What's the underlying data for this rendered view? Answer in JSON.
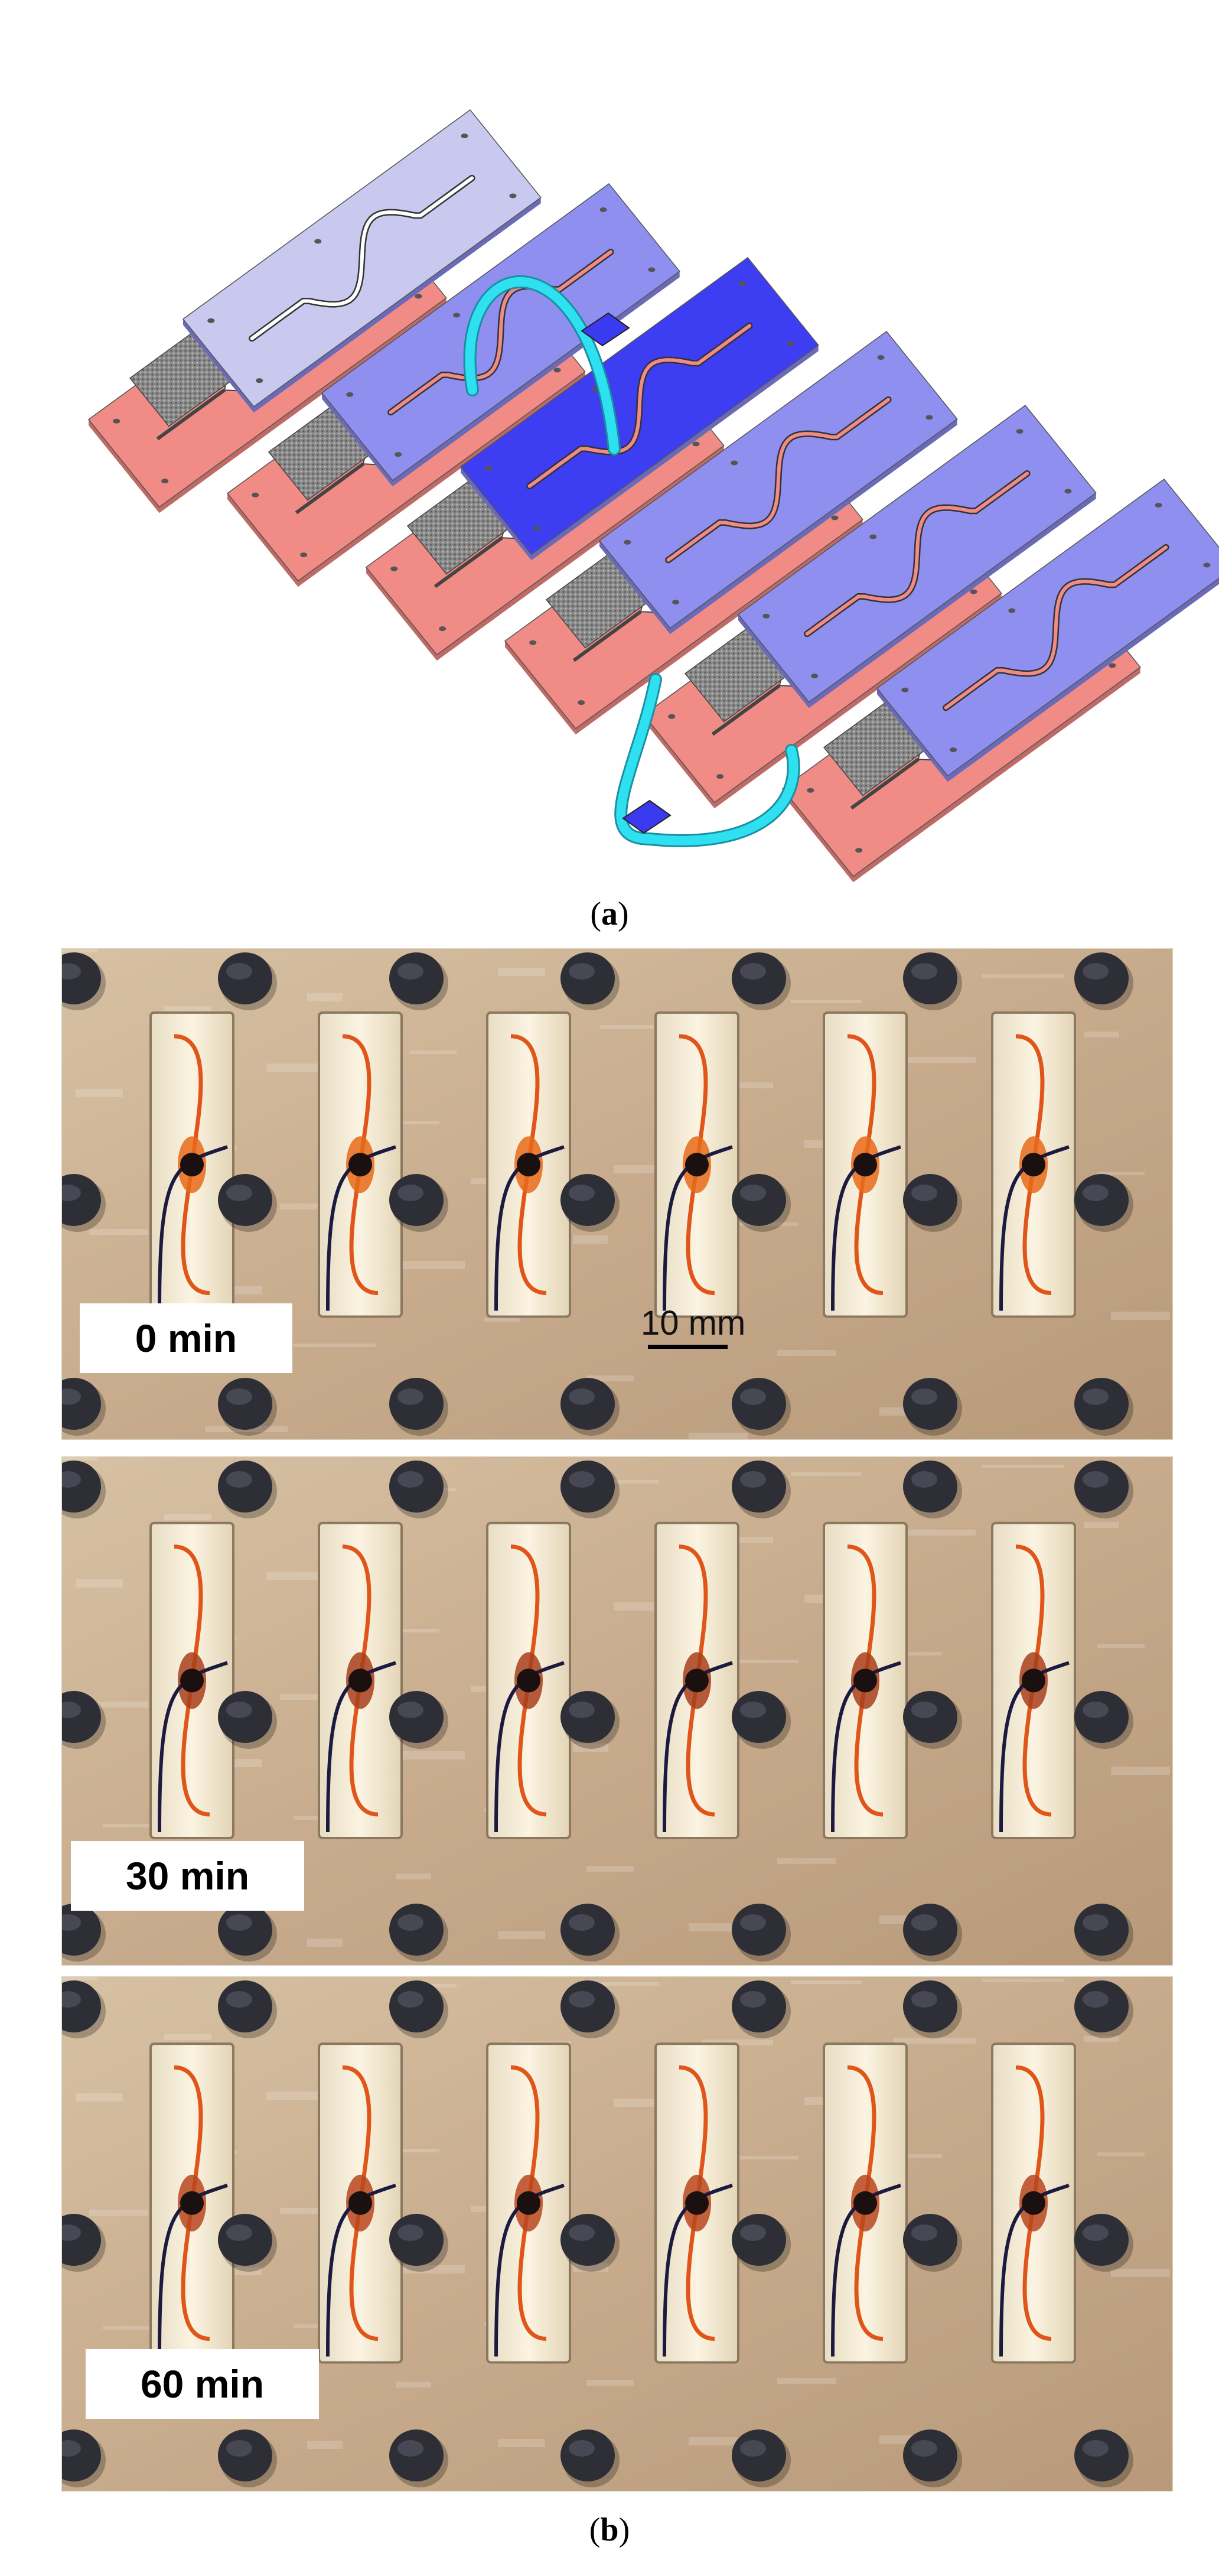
{
  "panel_a": {
    "caption_open": "(",
    "caption_letter": "a",
    "caption_close": ")"
  },
  "panel_b": {
    "caption_open": "(",
    "caption_letter": "b",
    "caption_close": ")",
    "scale_bar_label": "10 mm",
    "time_labels": [
      "0 min",
      "30 min",
      "60 min"
    ]
  },
  "colors": {
    "lavender_layer": "#c9c9f0",
    "blue_layer": "#8f8ff0",
    "dark_blue_layer": "#3d3df2",
    "pink_layer": "#f08b86",
    "tubing": "#2ee0f0",
    "membrane": "#7a7a7a",
    "metal_plate": "#c7ab8c",
    "magnet": "#2e2e36",
    "channel_red": "#e0561a",
    "wire": "#1b1b40"
  }
}
